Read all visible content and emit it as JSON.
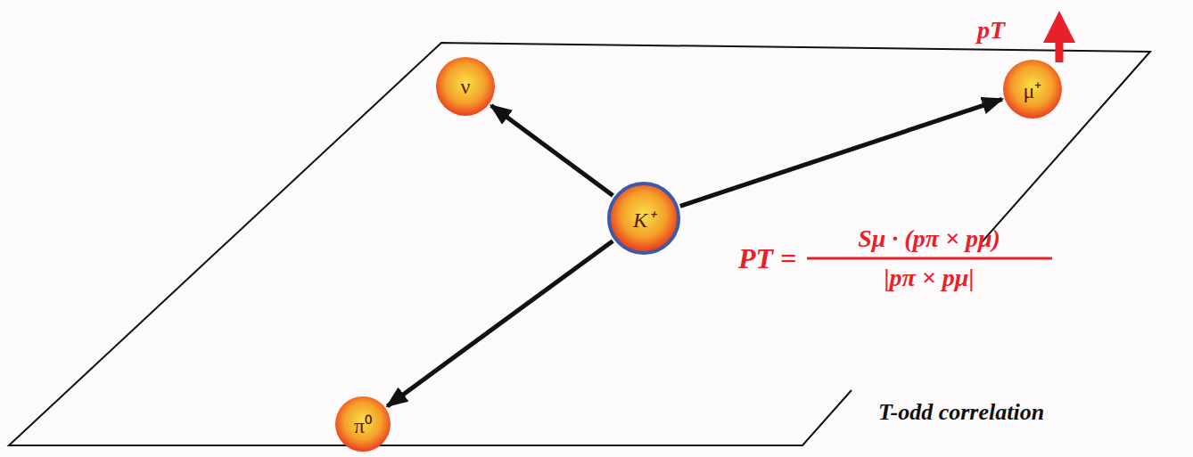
{
  "diagram": {
    "nodes": [
      {
        "text": [
          "ν"
        ]
      },
      {
        "text": [
          "μ⁺"
        ]
      },
      {
        "text": [
          "K⁺"
        ]
      },
      {
        "text": [
          "π⁰"
        ]
      }
    ],
    "edges": [
      {
        "from": 2,
        "to": 0,
        "arrow": "to"
      },
      {
        "from": 2,
        "to": 1,
        "arrow": "to"
      },
      {
        "from": 2,
        "to": 3,
        "arrow": "to"
      }
    ],
    "labels": [
      "pT",
      "PT =",
      "Sμ · (pπ × pμ)",
      "|pπ × pμ|",
      "T-odd correlation"
    ]
  }
}
